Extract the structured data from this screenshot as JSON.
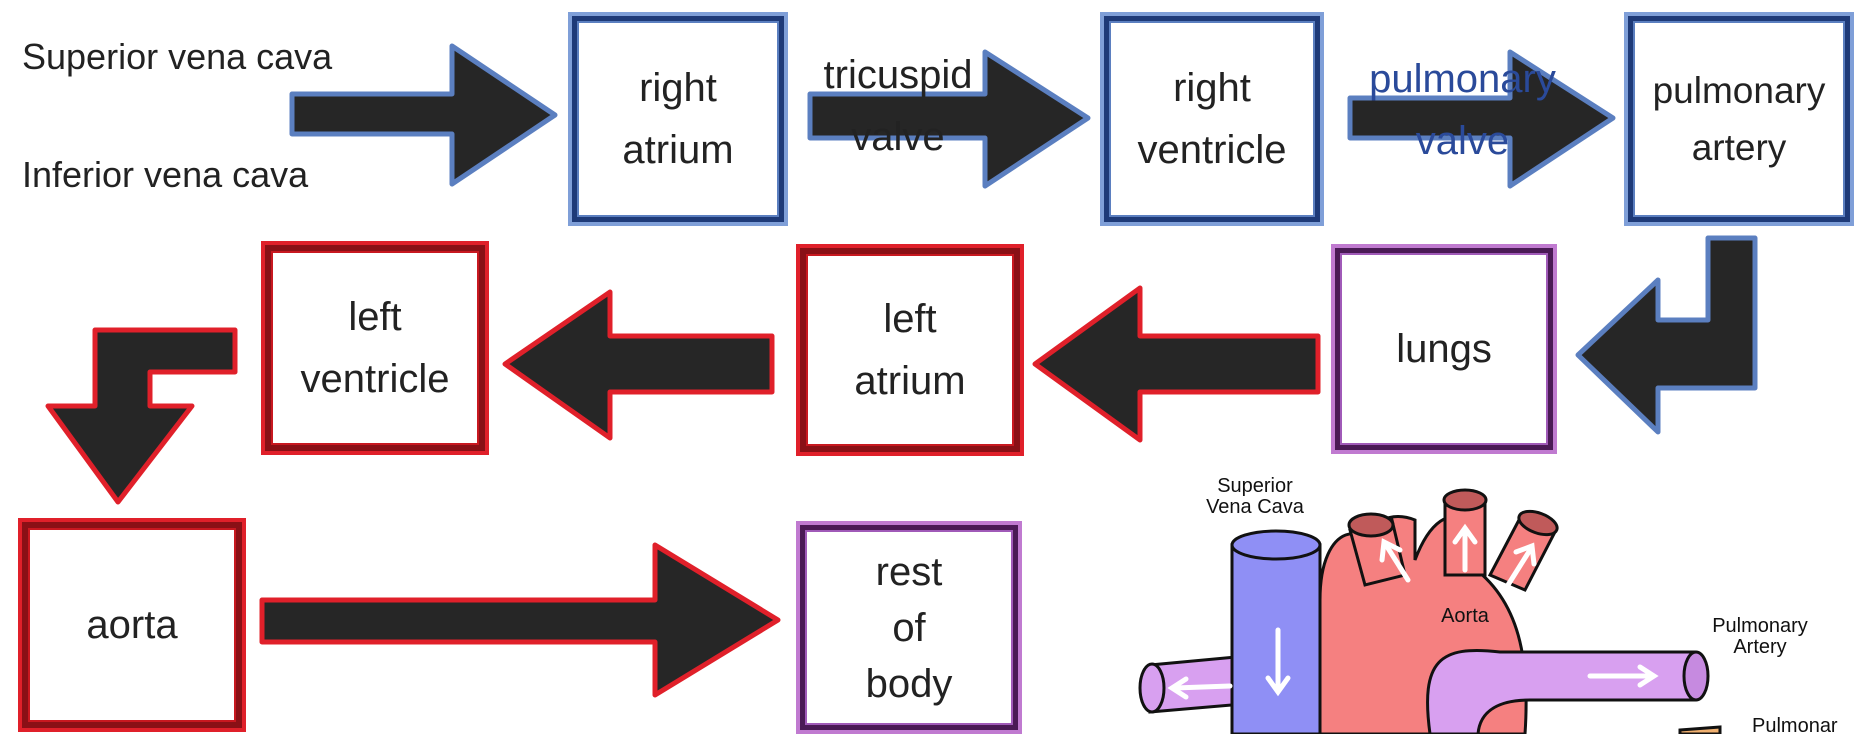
{
  "sources": {
    "superior": "Superior vena cava",
    "inferior": "Inferior vena cava"
  },
  "boxes": {
    "right_atrium": [
      "right",
      "atrium"
    ],
    "right_ventricle": [
      "right",
      "ventricle"
    ],
    "pulmonary_artery": [
      "pulmonary",
      "artery"
    ],
    "lungs": [
      "lungs"
    ],
    "left_atrium": [
      "left",
      "atrium"
    ],
    "left_ventricle": [
      "left",
      "ventricle"
    ],
    "aorta": [
      "aorta"
    ],
    "rest_of_body": [
      "rest",
      "of",
      "body"
    ]
  },
  "valves": {
    "tricuspid": [
      "tricuspid",
      "valve"
    ],
    "pulmonary": [
      "pulmonary",
      "valve"
    ]
  },
  "heart_diagram": {
    "superior_vena_cava": [
      "Superior",
      "Vena Cava"
    ],
    "aorta": "Aorta",
    "pulmonary_artery": [
      "Pulmonary",
      "Artery"
    ],
    "pulmonary_partial": "Pulmonar"
  },
  "colors": {
    "blue_path": "#1e3a78",
    "red_path": "#e0202a",
    "purple": "#c07ad0",
    "arrow_fill": "#262626",
    "vena_cava": "#8f8ff5",
    "heart": "#f58080",
    "pulm_artery": "#d8a0f0"
  }
}
